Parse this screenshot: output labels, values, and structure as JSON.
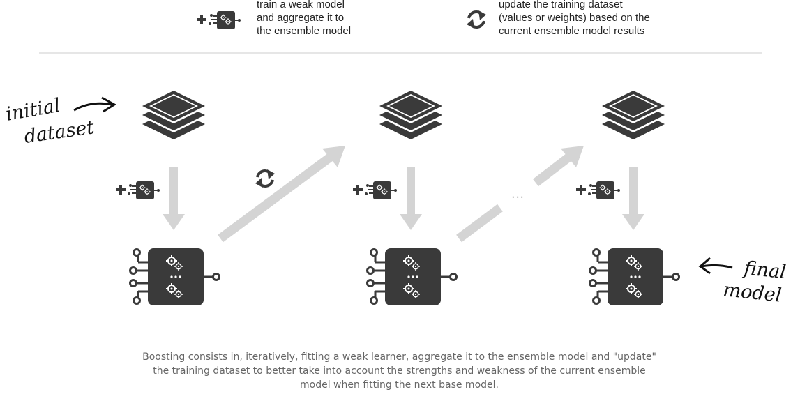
{
  "legend": {
    "train_text": "train a weak model\nand aggregate it to\nthe ensemble model",
    "update_text": "update the training dataset\n(values or weights) based on the\ncurrent ensemble model results"
  },
  "annotations": {
    "initial_line1": "initial",
    "initial_line2": "dataset",
    "final_line1": "final",
    "final_line2": "model",
    "ellipsis": "..."
  },
  "caption": "Boosting consists in, iteratively, fitting a weak learner, aggregate it to the ensemble model and \"update\" the training dataset to better take into account the strengths and weakness of the current ensemble model when fitting the next base model.",
  "colors": {
    "dark_icon": "#3a3a3a",
    "arrow_gray": "#d4d4d4",
    "divider": "#e6e6e6",
    "caption": "#666666"
  },
  "icons": {
    "dataset": "layer-stack-icon",
    "weak_model": "gear-chip-icon",
    "update": "cycle-arrows-icon",
    "plus": "plus-icon"
  }
}
